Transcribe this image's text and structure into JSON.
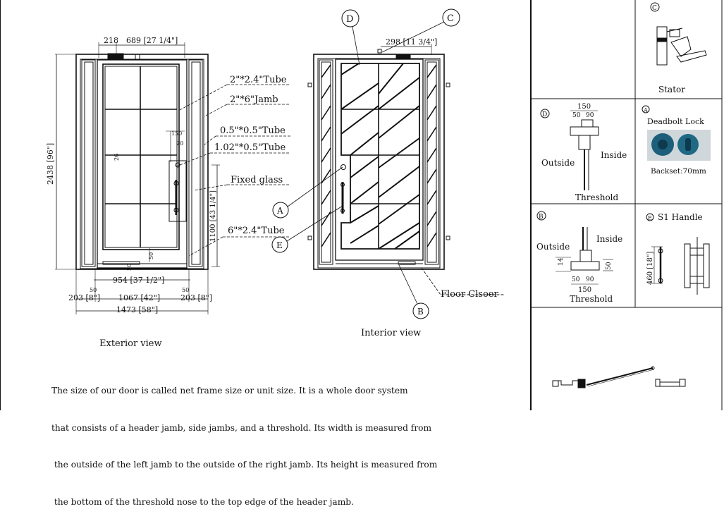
{
  "exterior": {
    "title": "Exterior view",
    "dims": {
      "top_left": "218",
      "top_width": "689 [27 1/4\"]",
      "height": "2438 [96\"]",
      "handle_height": "1100 [43 1/4\"]",
      "d_150": "150",
      "d_20": "20",
      "d_26": "26",
      "d_50a": "50",
      "d_50b": "50",
      "d_50c": "50",
      "d_50d": "50",
      "glass_width": "954 [37 1/2\"]",
      "left_side": "203 [8\"]",
      "center": "1067 [42\"]",
      "right_side": "203 [8\"]",
      "overall": "1473 [58\"]"
    },
    "callouts": {
      "tube_2x24": "2\"*2.4\"Tube",
      "jamb": "2\"*6\"Jamb",
      "tube_05": "0.5\"*0.5\"Tube",
      "tube_102": "1.02\"*0.5\"Tube",
      "fixed_glass": "Fixed glass",
      "tube_6x24": "6\"*2.4\"Tube"
    }
  },
  "interior": {
    "title": "Interior view",
    "dims": {
      "top_width": "298 [11 3/4\"]"
    },
    "markers": {
      "a": "A",
      "b": "B",
      "c": "C",
      "d": "D",
      "e": "E"
    },
    "floor_closer": "Floor Clsoer"
  },
  "details": {
    "stator": {
      "marker": "C",
      "label": "Stator"
    },
    "threshold_d": {
      "marker": "D",
      "outside": "Outside",
      "inside": "Inside",
      "label": "Threshold",
      "d150": "150",
      "d50": "50",
      "d90": "90"
    },
    "deadbolt": {
      "marker": "A",
      "title": "Deadbolt Lock",
      "backset": "Backset:70mm"
    },
    "threshold_b": {
      "marker": "B",
      "outside": "Outside",
      "inside": "Inside",
      "label": "Threshold",
      "d14": "14",
      "d50v": "50",
      "d50": "50",
      "d90": "90",
      "d150": "150"
    },
    "handle": {
      "marker": "E",
      "title": "S1 Handle",
      "dim": "460 [18\"]"
    }
  },
  "description": [
    "The size of our door is called net frame size or unit size. It is a whole door system",
    "that consists of a header jamb, side jambs, and a threshold. Its width is measured from",
    " the outside of the left jamb to the outside of the right jamb. Its height is measured from",
    " the bottom of the threshold nose to the top edge of the header jamb."
  ],
  "colors": {
    "line": "#111111",
    "lock_blue": "#1d5f7a"
  }
}
